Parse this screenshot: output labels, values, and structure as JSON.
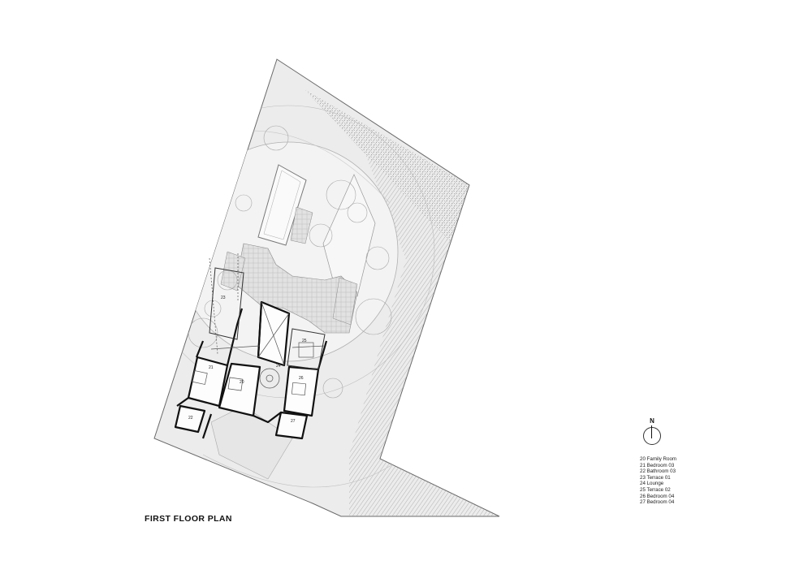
{
  "title": "FIRST FLOOR PLAN",
  "north_label": "N",
  "legend": [
    "20 Family Room",
    "21 Bedroom 03",
    "22 Bathroom 03",
    "23 Terrace 01",
    "24 Lounge",
    "25 Terrace 02",
    "26 Bedroom 04",
    "27 Bedroom 04"
  ],
  "room_numbers": {
    "r20": "20",
    "r21": "21",
    "r22": "22",
    "r23": "23",
    "r24": "24",
    "r25": "25",
    "r26": "26",
    "r27": "27"
  }
}
